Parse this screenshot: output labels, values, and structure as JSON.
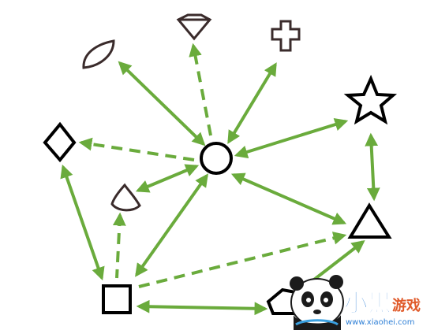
{
  "diagram": {
    "colors": {
      "edge": "#6aab3c",
      "shape_black": "#000000",
      "shape_brown": "#3a2b2b"
    },
    "nodes": [
      {
        "id": "circle",
        "shape": "circle"
      },
      {
        "id": "leaf",
        "shape": "leaf"
      },
      {
        "id": "diamond-gem",
        "shape": "diamond-gem"
      },
      {
        "id": "cross",
        "shape": "cross"
      },
      {
        "id": "star",
        "shape": "star"
      },
      {
        "id": "rhombus",
        "shape": "rhombus"
      },
      {
        "id": "drop",
        "shape": "drop"
      },
      {
        "id": "triangle",
        "shape": "triangle"
      },
      {
        "id": "square",
        "shape": "square"
      },
      {
        "id": "pentagon",
        "shape": "pentagon"
      }
    ],
    "edges": [
      {
        "from": "circle",
        "to": "leaf",
        "style": "solid",
        "arrows": "both"
      },
      {
        "from": "circle",
        "to": "diamond-gem",
        "style": "dashed",
        "arrows": "end"
      },
      {
        "from": "circle",
        "to": "cross",
        "style": "solid",
        "arrows": "both"
      },
      {
        "from": "circle",
        "to": "star",
        "style": "solid",
        "arrows": "both"
      },
      {
        "from": "circle",
        "to": "rhombus",
        "style": "dashed",
        "arrows": "end"
      },
      {
        "from": "circle",
        "to": "drop",
        "style": "solid",
        "arrows": "both"
      },
      {
        "from": "circle",
        "to": "triangle",
        "style": "solid",
        "arrows": "both"
      },
      {
        "from": "circle",
        "to": "square",
        "style": "solid",
        "arrows": "both"
      },
      {
        "from": "star",
        "to": "triangle",
        "style": "solid",
        "arrows": "both"
      },
      {
        "from": "rhombus",
        "to": "square",
        "style": "solid",
        "arrows": "both"
      },
      {
        "from": "drop",
        "to": "square",
        "style": "dashed",
        "arrows": "start"
      },
      {
        "from": "square",
        "to": "triangle",
        "style": "dashed",
        "arrows": "end"
      },
      {
        "from": "square",
        "to": "pentagon",
        "style": "solid",
        "arrows": "both"
      },
      {
        "from": "pentagon",
        "to": "triangle",
        "style": "solid",
        "arrows": "end"
      }
    ]
  },
  "watermark": {
    "brand": "小黑",
    "brand_suffix": "游戏",
    "url": "www.xiaohei.com",
    "mascot_icon": "panda-icon"
  }
}
